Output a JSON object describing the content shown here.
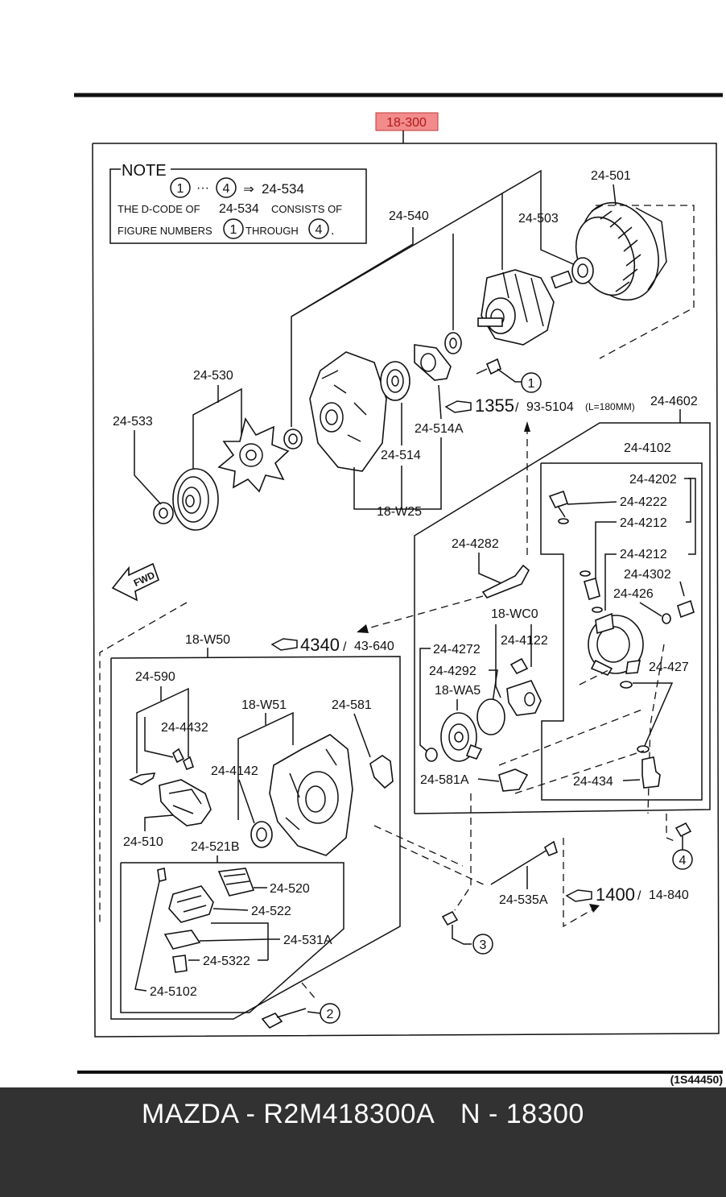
{
  "diagram": {
    "ref_code": "18-300",
    "ref_code_color": "#f28b8b",
    "drawing_code": "(1S44450)",
    "note": {
      "title": "NOTE",
      "circle_first": "1",
      "ellipsis": "···",
      "circle_last": "4",
      "arrow": "⇒",
      "code": "24-534",
      "line2_prefix": "THE D-CODE OF",
      "line2_code": "24-534",
      "line2_suffix": "CONSISTS OF",
      "line3_prefix": "FIGURE NUMBERS",
      "line3_mid": "THROUGH",
      "line3_end": "."
    },
    "fwd_label": "FWD",
    "labels": {
      "l24_501": "24-501",
      "l24_503": "24-503",
      "l24_540": "24-540",
      "l24_530": "24-530",
      "l24_533": "24-533",
      "l24_514": "24-514",
      "l24_514A": "24-514A",
      "l18_W25": "18-W25",
      "l24_4602": "24-4602",
      "l24_4102": "24-4102",
      "l24_4202": "24-4202",
      "l24_4222": "24-4222",
      "l24_4212a": "24-4212",
      "l24_4212b": "24-4212",
      "l24_4302": "24-4302",
      "l24_426": "24-426",
      "l24_4282": "24-4282",
      "l18_WC0": "18-WC0",
      "l24_4122": "24-4122",
      "l24_4272": "24-4272",
      "l24_4292": "24-4292",
      "l18_WA5": "18-WA5",
      "l24_427": "24-427",
      "l24_581A": "24-581A",
      "l24_434": "24-434",
      "l18_W50": "18-W50",
      "l24_590": "24-590",
      "l24_4432": "24-4432",
      "l18_W51": "18-W51",
      "l24_581": "24-581",
      "l24_4142": "24-4142",
      "l24_510": "24-510",
      "l24_521B": "24-521B",
      "l24_520": "24-520",
      "l24_522": "24-522",
      "l24_531A": "24-531A",
      "l24_5322": "24-5322",
      "l24_5102": "24-5102",
      "l24_535A": "24-535A"
    },
    "refs": {
      "r1355_big": "1355",
      "r1355_small": "93-5104",
      "r1355_note": "(L=180MM)",
      "r4340_big": "4340",
      "r4340_small": "43-640",
      "r1400_big": "1400",
      "r1400_small": "14-840",
      "slash": "/"
    },
    "callouts": {
      "c1": "1",
      "c2": "2",
      "c3": "3",
      "c4": "4"
    }
  },
  "footer": {
    "brand": "MAZDA - R2M418300A",
    "code": "N - 18300"
  }
}
